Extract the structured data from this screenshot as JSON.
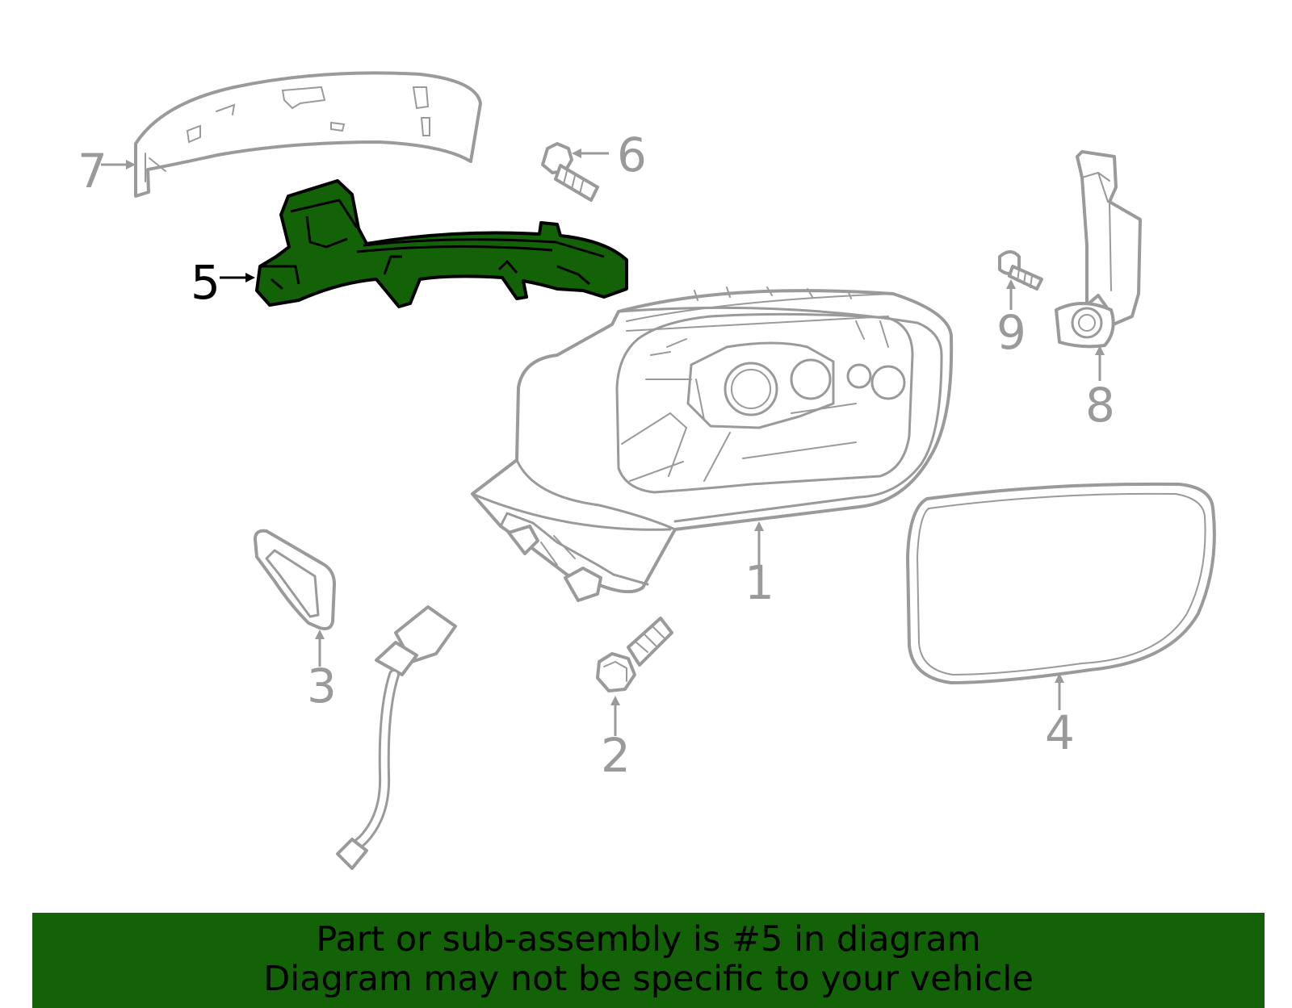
{
  "callouts": {
    "c1": "1",
    "c2": "2",
    "c3": "3",
    "c4": "4",
    "c5": "5",
    "c6": "6",
    "c7": "7",
    "c8": "8",
    "c9": "9"
  },
  "highlight": {
    "part_number": "5",
    "fill_color": "#136208",
    "outline_color": "#000000",
    "other_parts_color": "#9a9a9a"
  },
  "footer": {
    "line1": "Part or sub-assembly is #5 in diagram",
    "line2": "Diagram may not be specific to your vehicle",
    "background": "#136208"
  }
}
